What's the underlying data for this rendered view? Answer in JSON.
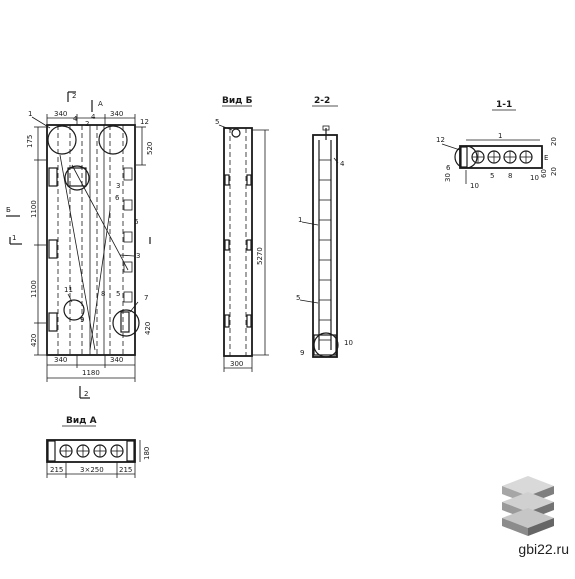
{
  "views": {
    "vid_b_title": "Вид Б",
    "sec22_title": "2-2",
    "sec11_title": "1-1",
    "vid_a_title": "Вид А"
  },
  "main_panel": {
    "dim_top_left": "340",
    "dim_top_right": "340",
    "dim_bottom_left": "340",
    "dim_bottom_right": "340",
    "dim_total_width": "1180",
    "dim_520": "520",
    "dim_1100_upper": "1100",
    "dim_1100_lower": "1100",
    "dim_420": "420",
    "dim_420_right": "420",
    "dim_175": "175",
    "section_a": "А",
    "section_2_top": "2",
    "section_2_bottom": "2",
    "section_1": "1",
    "section_b": "Б",
    "callouts": [
      "1",
      "4",
      "2",
      "4",
      "12",
      "3",
      "6",
      "6",
      "3",
      "8",
      "5",
      "7",
      "11",
      "9"
    ]
  },
  "vid_b": {
    "callout_5": "5",
    "dim_height": "5270",
    "dim_width": "300"
  },
  "sec22": {
    "callout_4": "4",
    "callout_1": "1",
    "callout_5": "5",
    "callout_9": "9",
    "callout_10": "10"
  },
  "sec11": {
    "callout_1": "1",
    "callout_12": "12",
    "callout_6": "6",
    "callout_5": "5",
    "callout_8": "8",
    "callout_10": "10",
    "callout_e": "Е",
    "dim_20a": "20",
    "dim_20b": "20",
    "dim_60": "60",
    "dim_10": "10",
    "dim_30": "30"
  },
  "vid_a": {
    "dim_left": "215",
    "dim_mid": "3×250",
    "dim_right": "215",
    "dim_side": "180"
  },
  "watermark": "gbi22.ru"
}
